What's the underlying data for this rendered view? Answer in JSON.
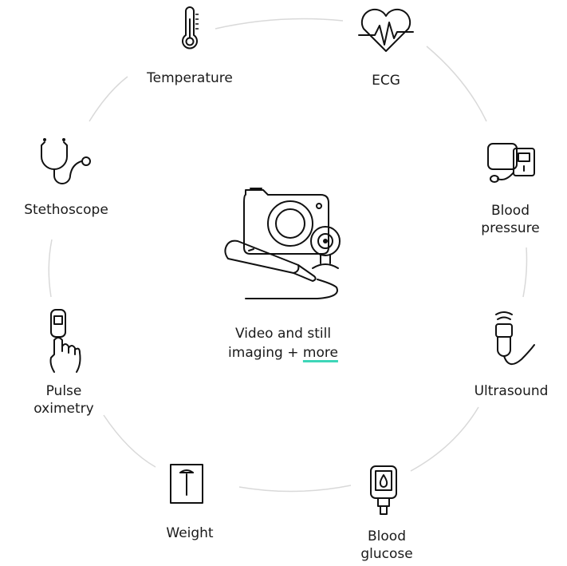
{
  "items": [
    {
      "label": "Temperature",
      "icon": "thermometer-icon"
    },
    {
      "label": "ECG",
      "icon": "heart-ecg-icon"
    },
    {
      "label": "Blood\npressure",
      "icon": "blood-pressure-monitor-icon"
    },
    {
      "label": "Ultrasound",
      "icon": "ultrasound-probe-icon"
    },
    {
      "label": "Blood\nglucose",
      "icon": "glucose-meter-icon"
    },
    {
      "label": "Weight",
      "icon": "scale-icon"
    },
    {
      "label": "Pulse\noximetry",
      "icon": "pulse-oximeter-icon"
    },
    {
      "label": "Stethoscope",
      "icon": "stethoscope-icon"
    }
  ],
  "center": {
    "line1": "Video and still",
    "line2_prefix": "imaging + ",
    "link": "more",
    "icon": "camera-otoscope-icon"
  },
  "colors": {
    "ring": "#d9d9d9",
    "accent": "#3ed6b8",
    "ink": "#111111"
  }
}
